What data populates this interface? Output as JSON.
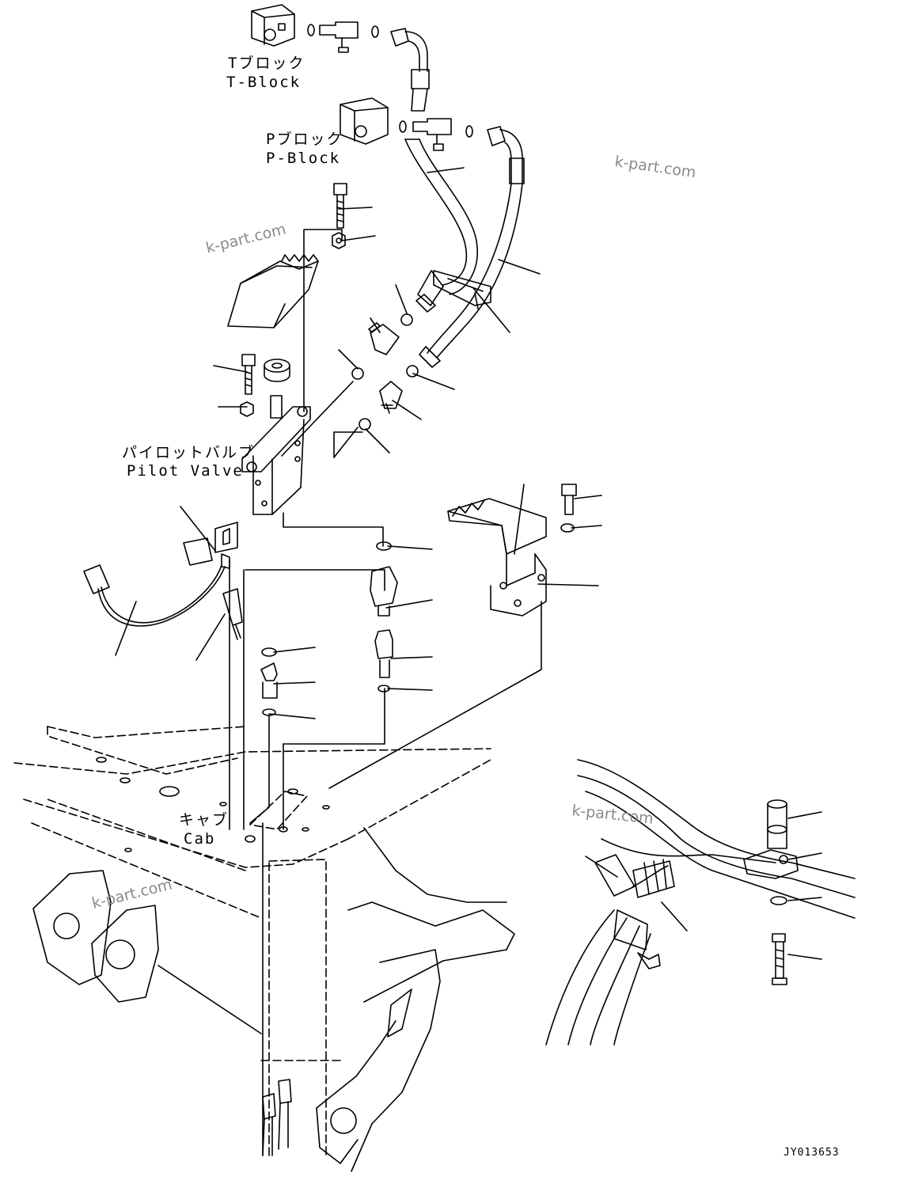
{
  "labels": {
    "t_block_jp": "Tブロック",
    "t_block_en": "T-Block",
    "p_block_jp": "Pブロック",
    "p_block_en": "P-Block",
    "pilot_valve_jp": "パイロットバルブ",
    "pilot_valve_en": "Pilot Valve",
    "cab_jp": "キャブ",
    "cab_en": "Cab"
  },
  "watermarks": [
    "k-part.com",
    "k-part.com",
    "k-part.com",
    "k-part.com"
  ],
  "drawing_code": "JY013653"
}
